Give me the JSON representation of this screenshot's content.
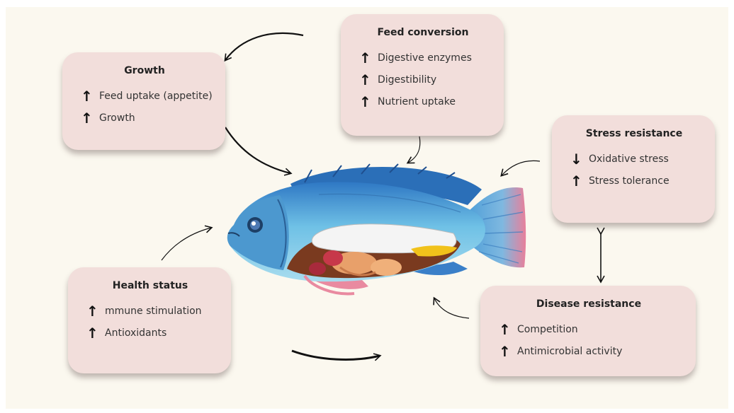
{
  "boxes": {
    "growth": {
      "title": "Growth",
      "items": [
        {
          "dir": "↑",
          "text": "Feed uptake (appetite)"
        },
        {
          "dir": "↑",
          "text": "Growth"
        }
      ]
    },
    "feed_conversion": {
      "title": "Feed conversion",
      "items": [
        {
          "dir": "↑",
          "text": "Digestive enzymes"
        },
        {
          "dir": "↑",
          "text": "Digestibility"
        },
        {
          "dir": "↑",
          "text": "Nutrient uptake"
        }
      ]
    },
    "stress_resistance": {
      "title": "Stress resistance",
      "items": [
        {
          "dir": "↓",
          "text": "Oxidative stress"
        },
        {
          "dir": "↑",
          "text": "Stress tolerance"
        }
      ]
    },
    "health_status": {
      "title": "Health status",
      "items": [
        {
          "dir": "↑",
          "text": "mmune stimulation"
        },
        {
          "dir": "↑",
          "text": "Antioxidants"
        }
      ]
    },
    "disease_resistance": {
      "title": "Disease resistance",
      "items": [
        {
          "dir": "↑",
          "text": "Competition"
        },
        {
          "dir": "↑",
          "text": "Antimicrobial activity"
        }
      ]
    }
  },
  "colors": {
    "background": "#fbf8ef",
    "box_fill": "#f2dedb",
    "fish_body": "#4a9fd4",
    "fish_fin": "#e8879c"
  }
}
